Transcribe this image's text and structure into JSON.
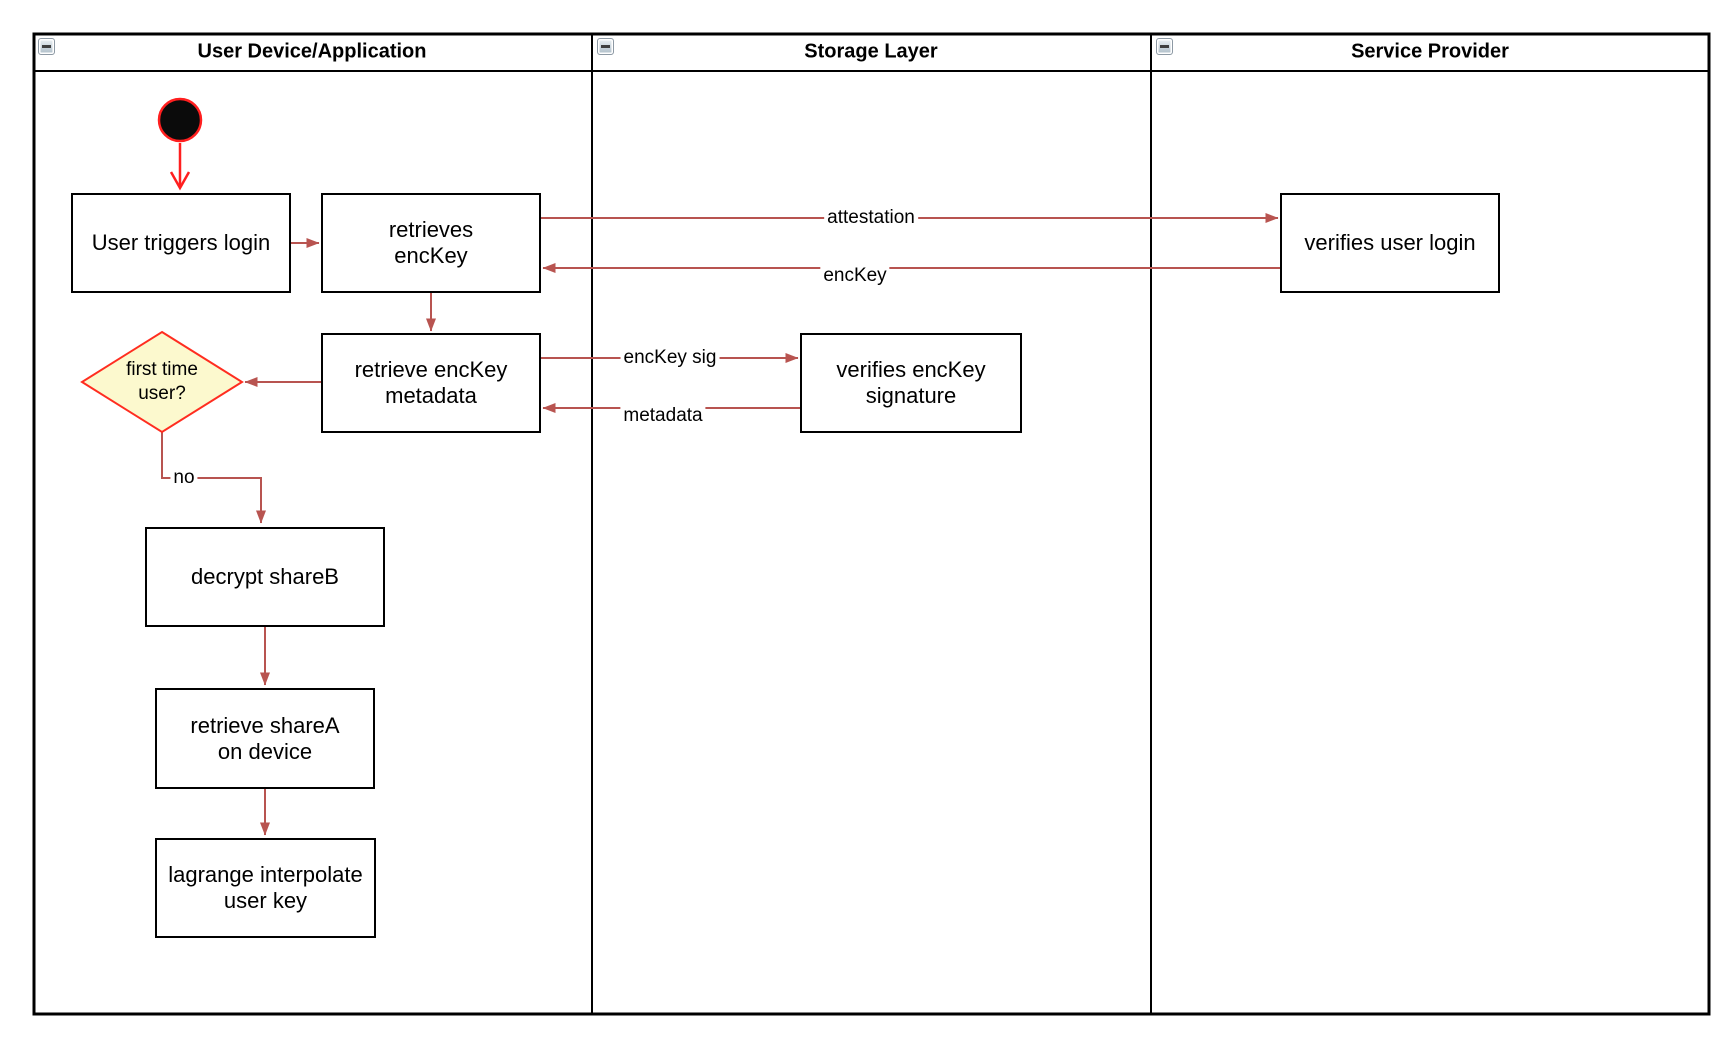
{
  "diagram_type": "swimlane-activity-diagram",
  "colors": {
    "arrow": "#B85450",
    "highlight_red": "#FF1F1F",
    "decision_fill": "#FCF9CE",
    "decision_border": "#FF2D20",
    "shape_border": "#000000",
    "background": "#FFFFFF"
  },
  "lanes": [
    {
      "title": "User Device/Application",
      "collapse_icon": "minus"
    },
    {
      "title": "Storage Layer",
      "collapse_icon": "minus"
    },
    {
      "title": "Service Provider",
      "collapse_icon": "minus"
    }
  ],
  "nodes": {
    "start": {
      "type": "initial-node",
      "lane": "User Device/Application"
    },
    "user_triggers_login": {
      "label": "User triggers login",
      "lane": "User Device/Application"
    },
    "retrieves_enckey": {
      "label": "retrieves\nencKey",
      "lane": "User Device/Application"
    },
    "retrieve_enckey_metadata": {
      "label": "retrieve encKey\nmetadata",
      "lane": "User Device/Application"
    },
    "first_time_user": {
      "label": "first time\nuser?",
      "type": "decision",
      "lane": "User Device/Application"
    },
    "decrypt_shareb": {
      "label": "decrypt shareB",
      "lane": "User Device/Application"
    },
    "retrieve_sharea": {
      "label": "retrieve shareA\non device",
      "lane": "User Device/Application"
    },
    "lagrange_interpolate": {
      "label": "lagrange interpolate\nuser key",
      "lane": "User Device/Application"
    },
    "verifies_enckey_signature": {
      "label": "verifies encKey\nsignature",
      "lane": "Storage Layer"
    },
    "verifies_user_login": {
      "label": "verifies user login",
      "lane": "Service Provider"
    }
  },
  "edge_labels": {
    "attestation": "attestation",
    "enckey": "encKey",
    "enckey_sig": "encKey sig",
    "metadata": "metadata",
    "no": "no"
  }
}
